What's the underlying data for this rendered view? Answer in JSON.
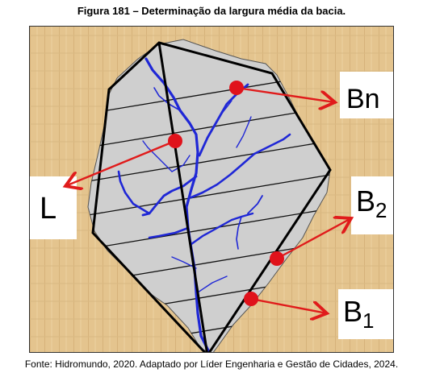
{
  "title": "Figura 181 – Determinação da largura média da bacia.",
  "caption": "Fonte: Hidromundo, 2020. Adaptado por Líder Engenharia e Gestão de Cidades, 2024.",
  "labels": {
    "bn": "Bn",
    "l": "L",
    "b2_main": "B",
    "b2_sub": "2",
    "b1_main": "B",
    "b1_sub": "1"
  },
  "colors": {
    "background": "#e7c995",
    "watershed_fill": "#cfcfcf",
    "outline": "#000000",
    "river": "#1f27d6",
    "marker": "#e0121b",
    "arrow": "#e01b1b",
    "label_box": "#ffffff"
  }
}
